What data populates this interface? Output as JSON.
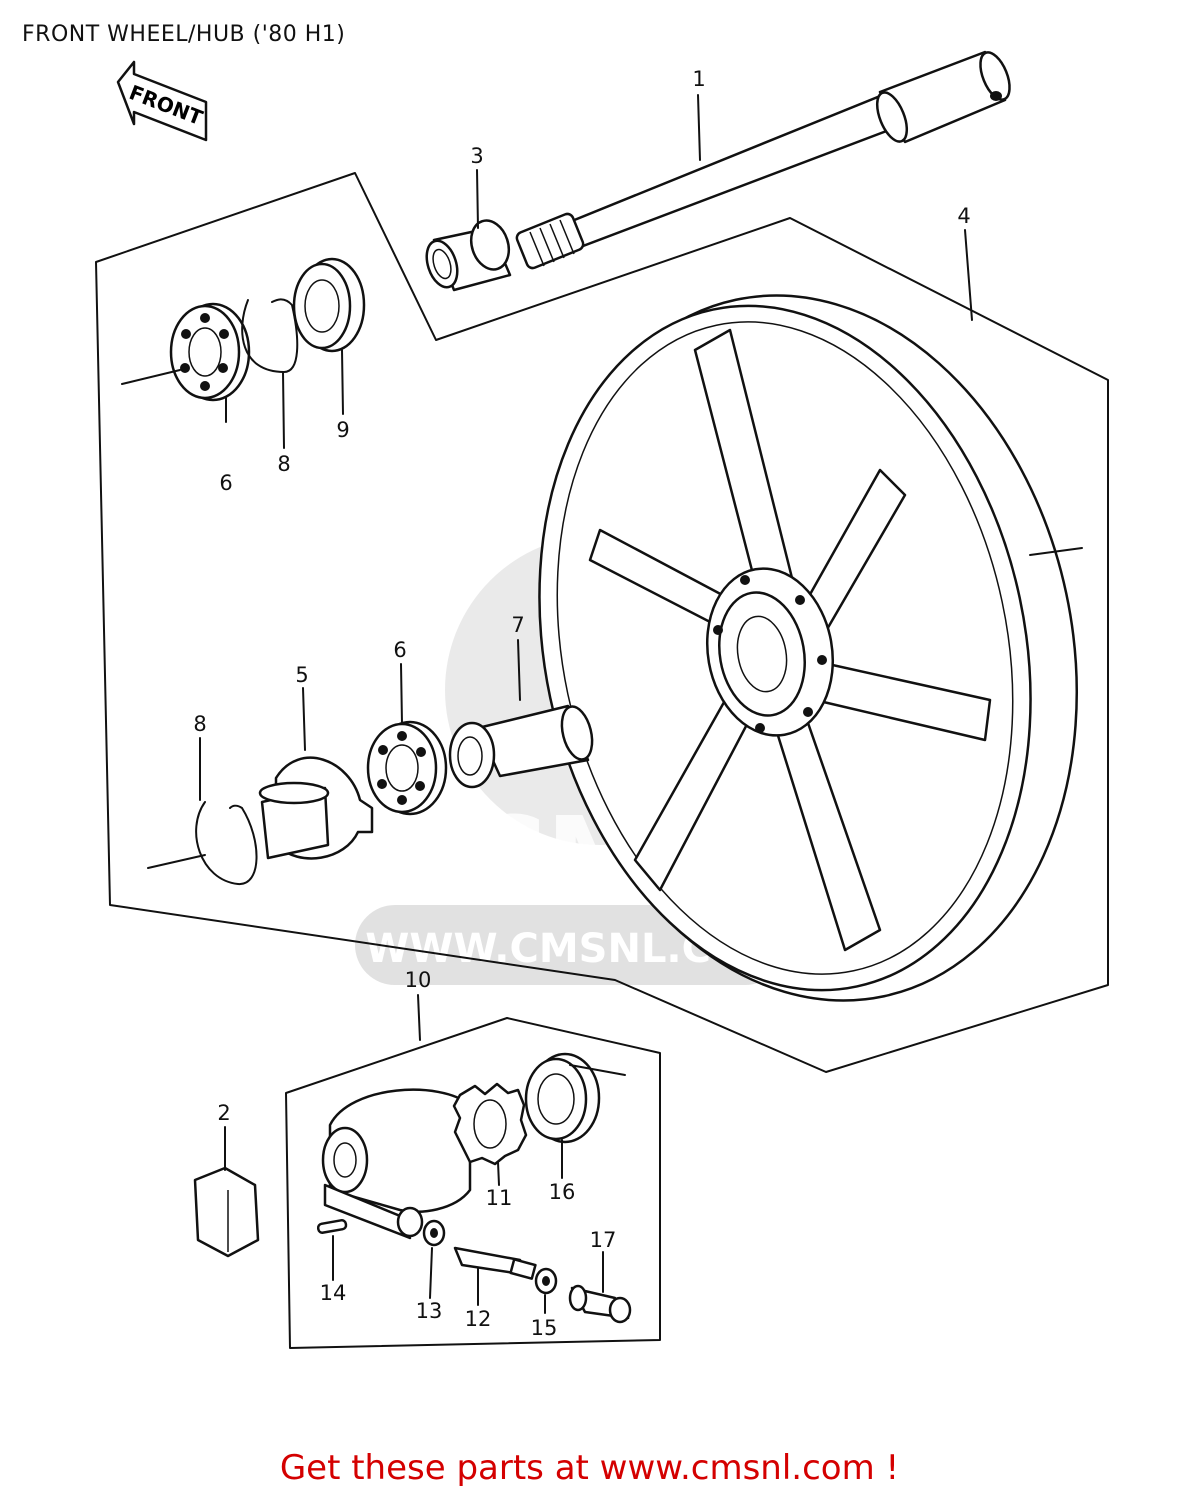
{
  "title": "FRONT WHEEL/HUB ('80 H1)",
  "front_arrow_label": "FRONT",
  "footer_text": "Get these parts at www.cmsnl.com !",
  "watermark": {
    "logo_text": "CMS",
    "url_text": "WWW.CMSNL.COM"
  },
  "callouts": [
    "1",
    "2",
    "3",
    "4",
    "5",
    "6",
    "6",
    "7",
    "8",
    "8",
    "9",
    "10",
    "11",
    "12",
    "13",
    "14",
    "15",
    "16",
    "17"
  ],
  "colors": {
    "footer": "#d40000",
    "lines": "#111111",
    "watermark": "#d9d9d9"
  }
}
